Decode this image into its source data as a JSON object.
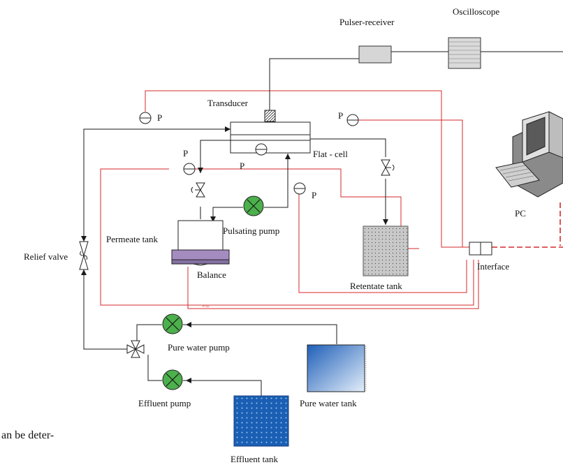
{
  "labels": {
    "pulser_receiver": "Pulser-receiver",
    "oscilloscope": "Oscilloscope",
    "transducer": "Transducer",
    "flat_cell": "Flat - cell",
    "pc": "PC",
    "relief_valve": "Relief valve",
    "permeate_tank": "Permeate tank",
    "pulsating_pump": "Pulsating pump",
    "balance": "Balance",
    "retentate_tank": "Retentate tank",
    "interface": "Interface",
    "pure_water_pump": "Pure water pump",
    "effluent_pump": "Effluent pump",
    "pure_water_tank": "Pure water tank",
    "effluent_tank": "Effluent tank",
    "pressure_gauge": "P",
    "small_tag": "P-43",
    "page_fragment": "an be deter-"
  },
  "colors": {
    "signal_line": "#d42a2a",
    "flow_line": "#1a1a1a",
    "pump_fill": "#4cb04c",
    "balance_fill": "#a58cc0",
    "retentate_fill": "#c8c8c8",
    "pure_water_fill_top": "#1f5fb8",
    "pure_water_fill_bottom": "#dbe8f7",
    "effluent_fill": "#1a5fb4"
  },
  "icons": {
    "pump": "pump-icon",
    "valve": "valve-icon",
    "gauge": "pressure-gauge-icon",
    "computer": "computer-icon"
  }
}
